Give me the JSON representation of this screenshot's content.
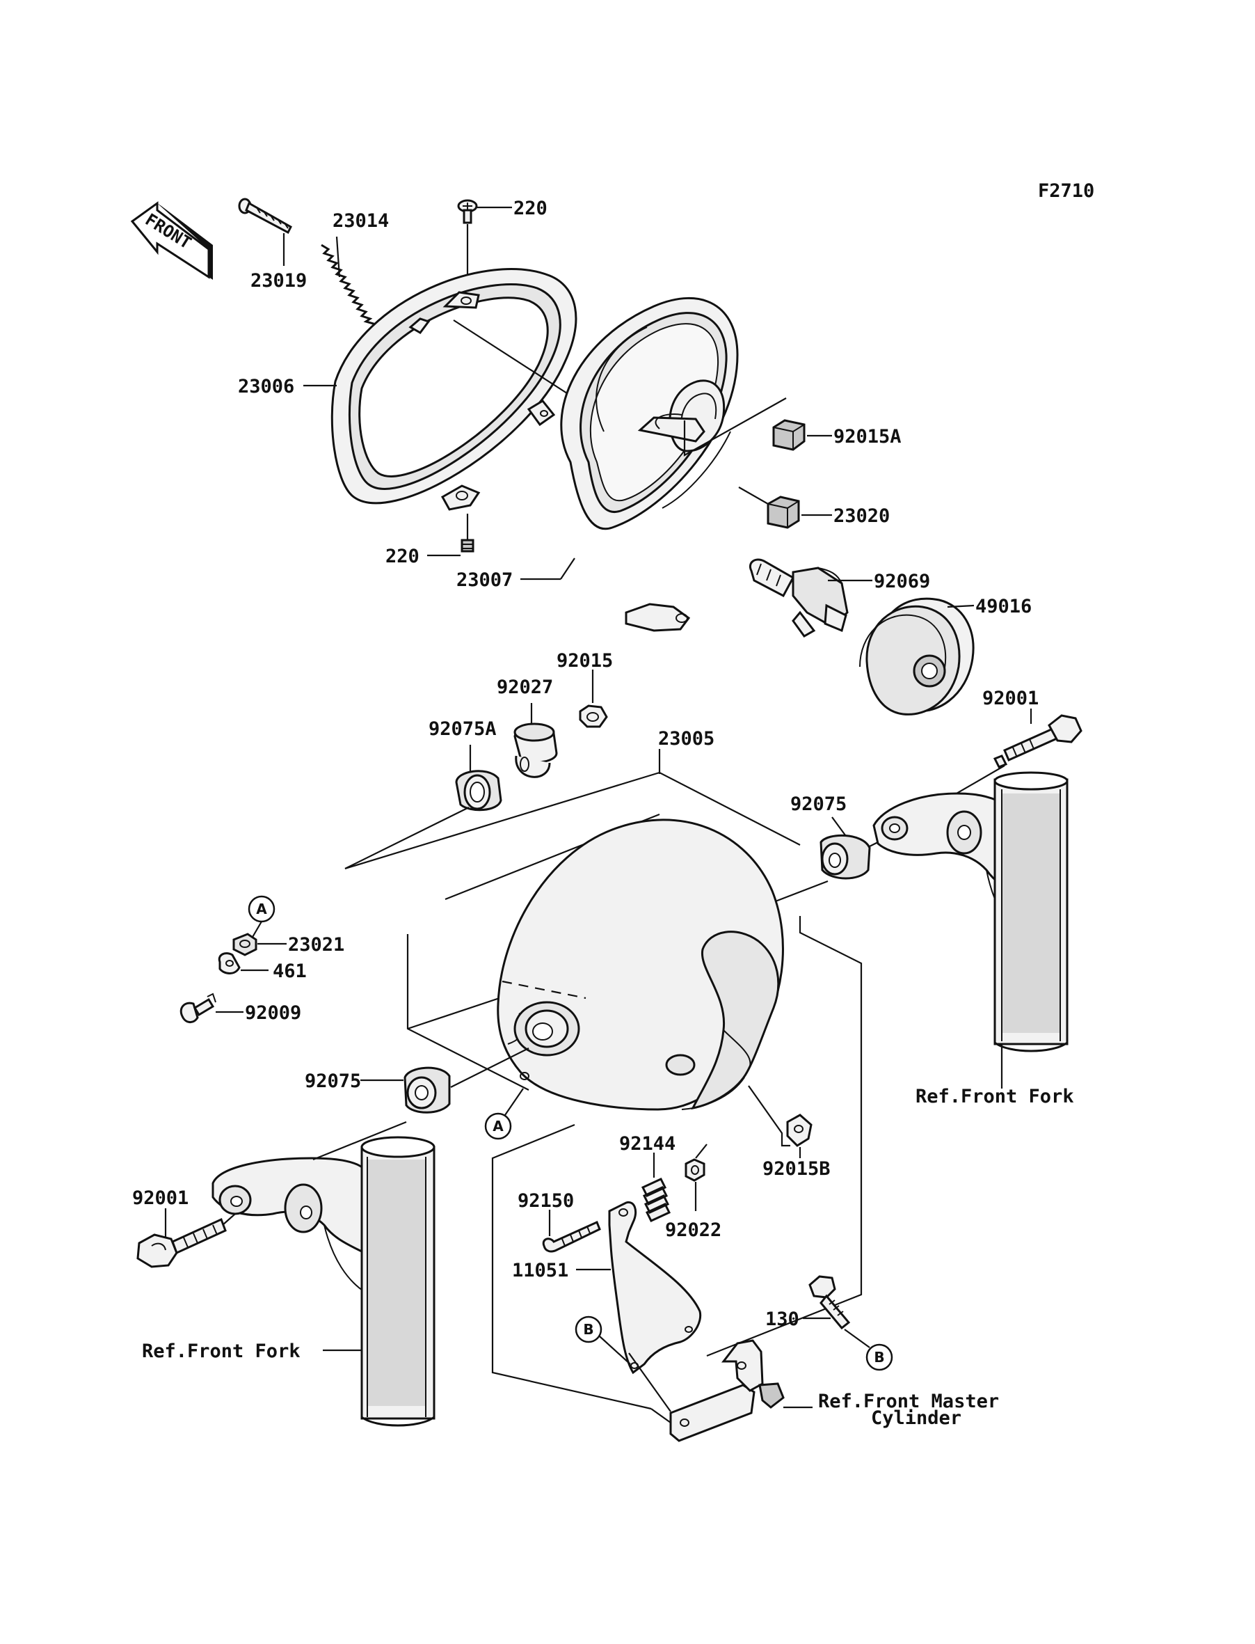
{
  "figure_code": "F2710",
  "front_arrow_text": "FRONT",
  "part_labels": {
    "p23019": "23019",
    "p23014": "23014",
    "p220_top": "220",
    "p23006": "23006",
    "p92015A": "92015A",
    "p23020": "23020",
    "p220_bottom": "220",
    "p23007": "23007",
    "p92069": "92069",
    "p49016": "49016",
    "p92015": "92015",
    "p92027": "92027",
    "p92075A": "92075A",
    "p23005": "23005",
    "p92001_right": "92001",
    "p92075_right": "92075",
    "p23021": "23021",
    "p461": "461",
    "p92009": "92009",
    "p92075_left": "92075",
    "p92144": "92144",
    "p92015B": "92015B",
    "p92150": "92150",
    "p92022": "92022",
    "p92001_left": "92001",
    "p11051": "11051",
    "p130": "130"
  },
  "references": {
    "front_fork_right": "Ref.Front Fork",
    "front_fork_left": "Ref.Front Fork",
    "master_cylinder_line1": "Ref.Front Master",
    "master_cylinder_line2": "Cylinder"
  },
  "markers": {
    "a_top": "A",
    "a_bottom": "A",
    "b_left": "B",
    "b_right": "B"
  }
}
